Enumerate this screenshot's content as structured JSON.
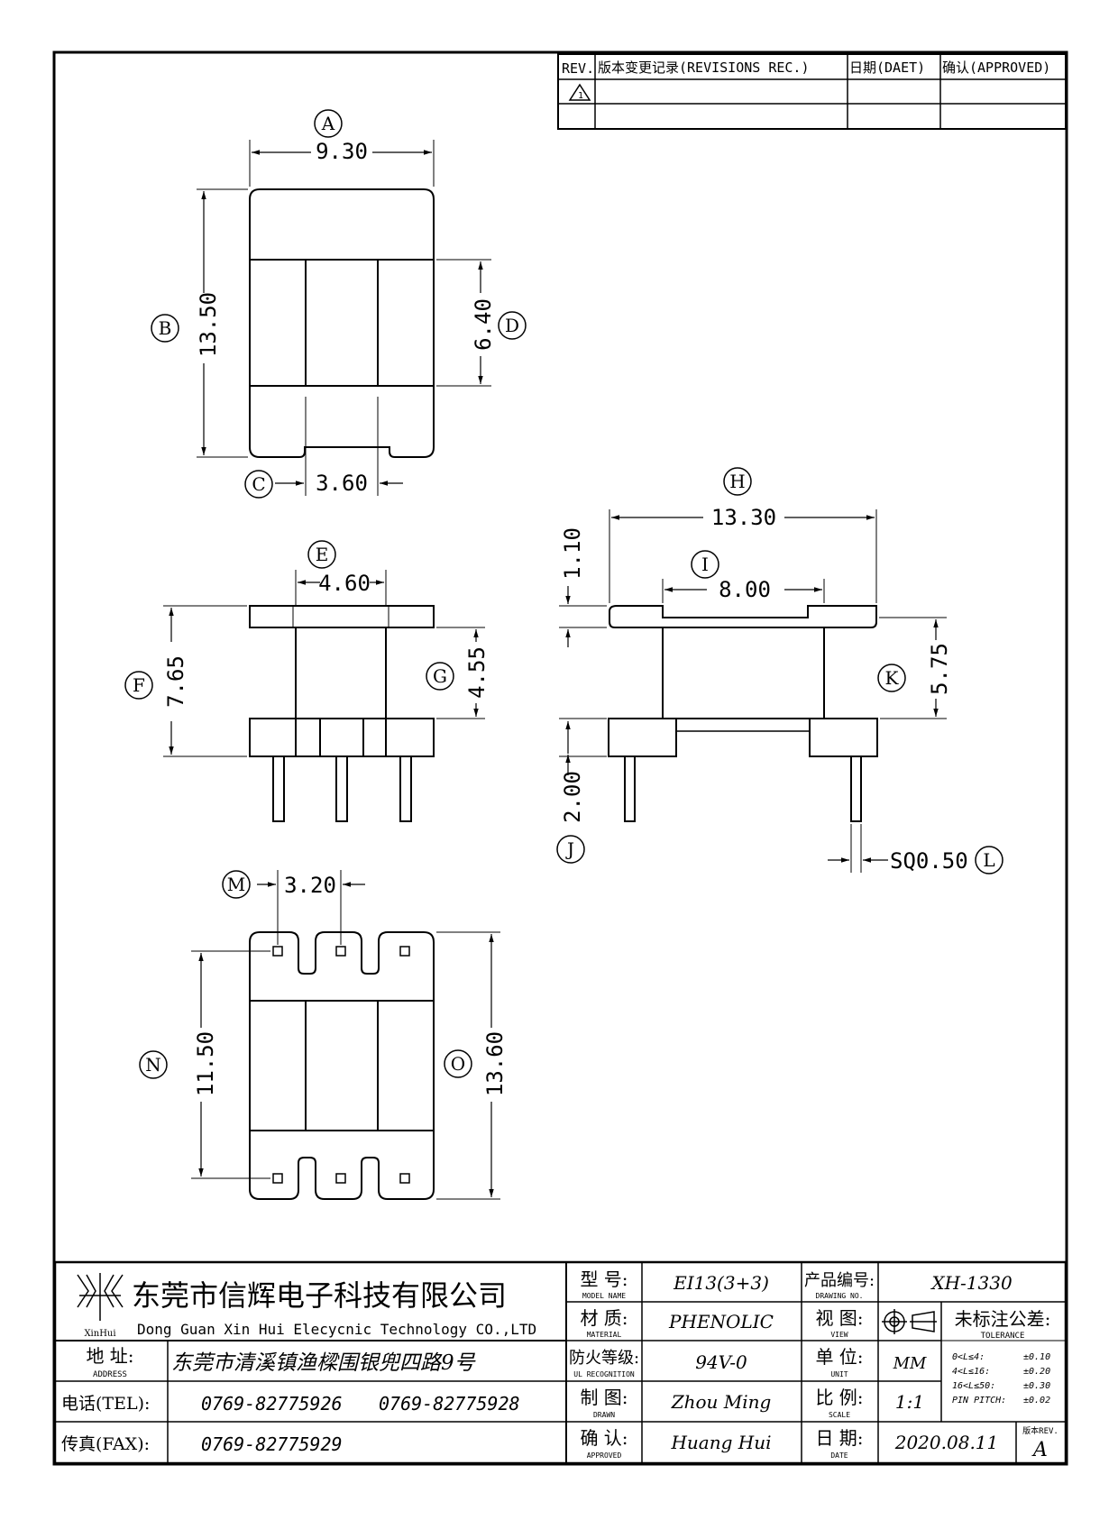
{
  "revisions": {
    "headers": [
      "REV.",
      "版本变更记录(REVISIONS REC.)",
      "日期(DAET)",
      "确认(APPROVED)"
    ],
    "rev_symbol": "1"
  },
  "views": {
    "top": {
      "callouts": [
        "A",
        "B",
        "C",
        "D"
      ],
      "dims": {
        "A": "9.30",
        "B": "13.50",
        "C": "3.60",
        "D": "6.40"
      }
    },
    "front": {
      "callouts": [
        "E",
        "F",
        "G"
      ],
      "dims": {
        "E": "4.60",
        "F": "7.65",
        "G": "4.55"
      }
    },
    "side": {
      "callouts": [
        "H",
        "I",
        "J",
        "K",
        "L"
      ],
      "dims": {
        "H": "13.30",
        "I": "8.00",
        "top": "1.10",
        "J": "2.00",
        "K": "5.75",
        "L": "SQ0.50"
      }
    },
    "bottom": {
      "callouts": [
        "M",
        "N",
        "O"
      ],
      "dims": {
        "M": "3.20",
        "N": "11.50",
        "O": "13.60"
      }
    }
  },
  "title_block": {
    "company_cn": "东莞市信辉电子科技有限公司",
    "company_en": "Dong Guan Xin Hui Elecycnic Technology CO.,LTD",
    "logo_text": "XinHui",
    "address_label": "地 址:",
    "address_label_en": "ADDRESS",
    "address": "东莞市清溪镇渔樑围银兜四路9号",
    "tel_label": "电话(TEL):",
    "tel1": "0769-82775926",
    "tel2": "0769-82775928",
    "fax_label": "传真(FAX):",
    "fax": "0769-82775929",
    "model_label": "型 号:",
    "model_label_en": "MODEL NAME",
    "model": "EI13(3+3)",
    "material_label": "材 质:",
    "material_label_en": "MATERIAL",
    "material": "PHENOLIC",
    "ul_label": "防火等级:",
    "ul_label_en": "UL RECOGNITION",
    "ul": "94V-0",
    "drawn_label": "制 图:",
    "drawn_label_en": "DRAWN",
    "drawn": "Zhou Ming",
    "approved_label": "确 认:",
    "approved_label_en": "APPROVED",
    "approved": "Huang Hui",
    "drawing_no_label": "产品编号:",
    "drawing_no_label_en": "DRAWING NO.",
    "drawing_no": "XH-1330",
    "view_label": "视 图:",
    "view_label_en": "VIEW",
    "unit_label": "单 位:",
    "unit_label_en": "UNIT",
    "unit": "MM",
    "scale_label": "比 例:",
    "scale_label_en": "SCALE",
    "scale": "1:1",
    "date_label": "日 期:",
    "date_label_en": "DATE",
    "date": "2020.08.11",
    "tolerance_label": "未标注公差:",
    "tolerance_label_en": "TOLERANCE",
    "tolerances": [
      {
        "range": "0<L≤4:",
        "value": "±0.10"
      },
      {
        "range": "4<L≤16:",
        "value": "±0.20"
      },
      {
        "range": "16<L≤50:",
        "value": "±0.30"
      },
      {
        "range": "PIN PITCH:",
        "value": "±0.02"
      }
    ],
    "rev_label": "版本REV.",
    "rev": "A"
  }
}
